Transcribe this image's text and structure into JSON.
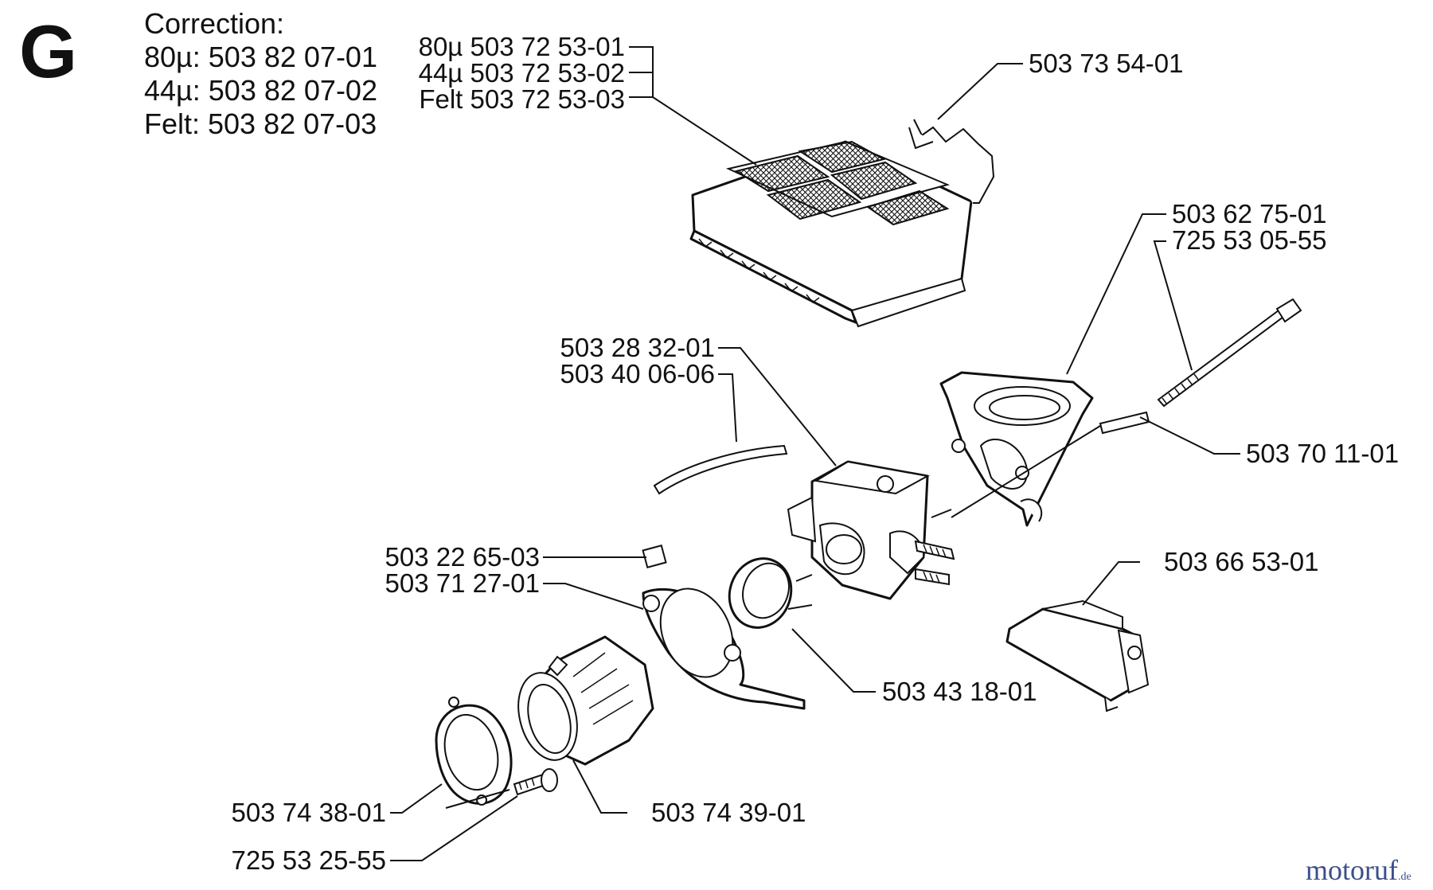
{
  "section_letter": "G",
  "correction": {
    "title": "Correction:",
    "lines": [
      "80µ: 503 82 07-01",
      "44µ: 503 82 07-02",
      "Felt: 503 82 07-03"
    ]
  },
  "parts": {
    "filter_80": "80µ 503 72 53-01",
    "filter_44": "44µ 503 72 53-02",
    "filter_felt": "Felt 503 72 53-03",
    "clip": "503 73 54-01",
    "holder": "503 62 75-01",
    "bolt": "725 53 05-55",
    "sleeve": "503 70 11-01",
    "carb": "503 28 32-01",
    "fuel_hose": "503 40 06-06",
    "grommet": "503 22 65-03",
    "clamp": "503 71 27-01",
    "ring": "503 43 18-01",
    "cover": "503 66 53-01",
    "flange": "503 74 38-01",
    "intake": "503 74 39-01",
    "screw": "725 53 25-55"
  },
  "watermark": {
    "main": "motoruf",
    "suffix": ".de"
  }
}
